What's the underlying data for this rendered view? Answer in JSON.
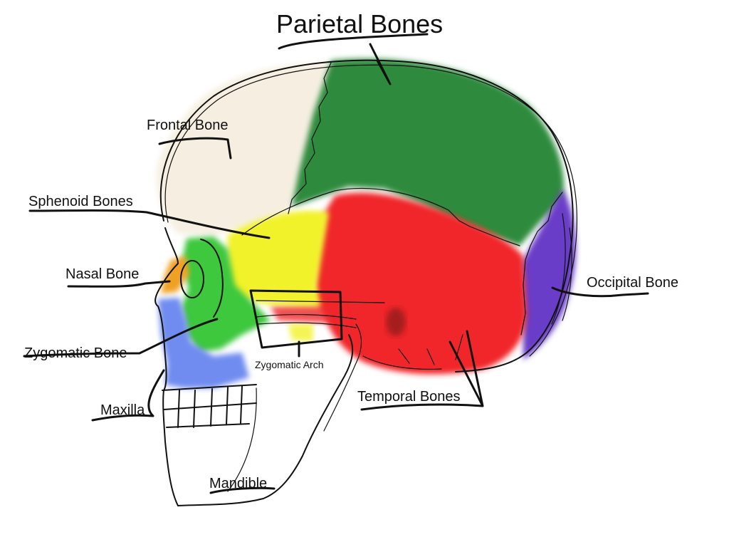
{
  "labels": {
    "parietal": "Parietal Bones",
    "frontal": "Frontal Bone",
    "sphenoid": "Sphenoid Bones",
    "nasal": "Nasal Bone",
    "zygomatic": "Zygomatic Bone",
    "zygomatic_arch": "Zygomatic Arch",
    "maxilla": "Maxilla",
    "mandible": "Mandible",
    "temporal": "Temporal Bones",
    "occipital": "Occipital Bone"
  },
  "colors": {
    "parietal": "#2e8b3e",
    "frontal": "#f3ead8",
    "sphenoid": "#f2f22a",
    "nasal": "#f0a020",
    "zygomatic": "#3cc83c",
    "maxilla": "#6f8cf0",
    "temporal": "#f0282a",
    "occipital": "#6a3cc8",
    "ink": "#111111"
  }
}
